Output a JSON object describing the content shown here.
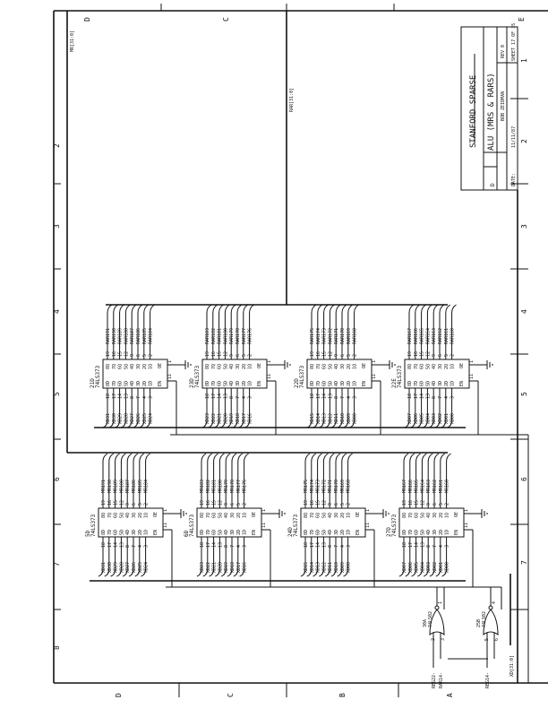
{
  "title_block": {
    "company": "STANFORD SPARSE",
    "title": "ALU (MRS & RARS)",
    "drawn_by": "BOB ZEIDMAN",
    "rev": "REV 0",
    "size": "D",
    "date_label": "DATE:",
    "date": "11/11/87",
    "sheet": "SHEET 17 OF 35"
  },
  "buses": {
    "mr": "MR[31:0]",
    "rar": "RAR[31:0]",
    "xd": "XD[31:0]"
  },
  "zones": {
    "top_letters": [
      "D",
      "C",
      "E"
    ],
    "bottom_letters": [
      "D",
      "C",
      "B",
      "A"
    ],
    "left_numbers": [
      "2",
      "3",
      "4",
      "5",
      "6",
      "7",
      "8"
    ],
    "right_numbers": [
      "1",
      "2",
      "3",
      "4",
      "5",
      "6",
      "7"
    ]
  },
  "chip_pins": {
    "d_names": [
      "8D",
      "7D",
      "6D",
      "5D",
      "4D",
      "3D",
      "2D",
      "1D"
    ],
    "q_names": [
      "8Q",
      "7Q",
      "6Q",
      "5Q",
      "4Q",
      "3Q",
      "2Q",
      "1Q"
    ],
    "in_pins": [
      "18",
      "17",
      "14",
      "13",
      "8",
      "7",
      "4",
      "3"
    ],
    "out_pins": [
      "19",
      "16",
      "15",
      "12",
      "9",
      "6",
      "5",
      "2"
    ],
    "en": "EN",
    "oe": "OE",
    "en_pin": "11",
    "oe_pin": "1"
  },
  "chips": [
    {
      "id": "21D",
      "part": "74LS373",
      "inputs": [
        "XD31",
        "XD30",
        "XD29",
        "XD28",
        "XD27",
        "XD26",
        "XD25",
        "XD24"
      ],
      "outputs": [
        "RAR191",
        "RAR190",
        "RAR189",
        "RAR188",
        "RAR187",
        "RAR186",
        "RAR185",
        "RAR184"
      ]
    },
    {
      "id": "23D",
      "part": "74LS373",
      "inputs": [
        "XD23",
        "XD22",
        "XD21",
        "XD20",
        "XD19",
        "XD18",
        "XD17",
        "XD16"
      ],
      "outputs": [
        "RAR183",
        "RAR182",
        "RAR181",
        "RAR180",
        "RAR179",
        "RAR178",
        "RAR177",
        "RAR176"
      ]
    },
    {
      "id": "22D",
      "part": "74LS373",
      "inputs": [
        "XD15",
        "XD14",
        "XD13",
        "XD12",
        "XD11",
        "XD10",
        "XD09",
        "XD08"
      ],
      "outputs": [
        "RAR175",
        "RAR174",
        "RAR173",
        "RAR172",
        "RAR171",
        "RAR170",
        "RAR169",
        "RAR168"
      ]
    },
    {
      "id": "22E",
      "part": "74LS373",
      "inputs": [
        "XD07",
        "XD06",
        "XD05",
        "XD04",
        "XD03",
        "XD02",
        "XD01",
        "XD00"
      ],
      "outputs": [
        "RAR167",
        "RAR166",
        "RAR165",
        "RAR164",
        "RAR163",
        "RAR162",
        "RAR161",
        "RAR160"
      ]
    },
    {
      "id": "5D",
      "part": "74LS373",
      "inputs": [
        "XD31",
        "XD30",
        "XD29",
        "XD28",
        "XD27",
        "XD26",
        "XD25",
        "XD24"
      ],
      "outputs": [
        "MR191",
        "MR190",
        "MR189",
        "MR188",
        "MR187",
        "MR186",
        "MR185",
        "MR184"
      ]
    },
    {
      "id": "6D",
      "part": "74LS373",
      "inputs": [
        "XD23",
        "XD22",
        "XD21",
        "XD20",
        "XD19",
        "XD18",
        "XD17",
        "XD16"
      ],
      "outputs": [
        "MR183",
        "MR182",
        "MR181",
        "MR180",
        "MR179",
        "MR178",
        "MR177",
        "MR176"
      ]
    },
    {
      "id": "24D",
      "part": "74LS373",
      "inputs": [
        "XD15",
        "XD14",
        "XD13",
        "XD12",
        "XD11",
        "XD10",
        "XD09",
        "XD08"
      ],
      "outputs": [
        "MR175",
        "MR174",
        "MR173",
        "MR172",
        "MR171",
        "MR170",
        "MR169",
        "MR168"
      ]
    },
    {
      "id": "27D",
      "part": "74LS373",
      "inputs": [
        "XD07",
        "XD06",
        "XD05",
        "XD04",
        "XD03",
        "XD02",
        "XD01",
        "XD00"
      ],
      "outputs": [
        "MR167",
        "MR166",
        "MR165",
        "MR164",
        "MR163",
        "MR162",
        "MR161",
        "MR160"
      ]
    }
  ],
  "gates": [
    {
      "id": "30A",
      "part": "74LS02",
      "in_pins": [
        "2",
        "3"
      ],
      "out_pin": "1",
      "inputs": [
        "REG22-",
        "RAR14-"
      ]
    },
    {
      "id": "25B",
      "part": "74LS02",
      "in_pins": [
        "5",
        "6"
      ],
      "out_pin": "4",
      "inputs": [
        "REG14-"
      ]
    }
  ]
}
